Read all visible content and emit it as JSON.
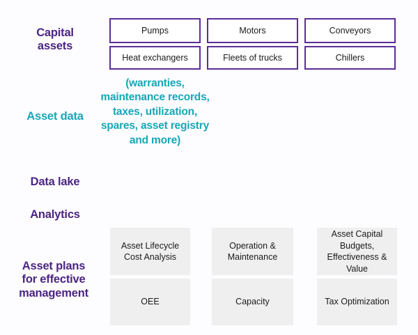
{
  "diagram": {
    "title": "Asset plans for effective management",
    "background_color": "#fdfcfe",
    "accent_purple": "#4b2583",
    "accent_teal": "#15a8b8",
    "box_border_color": "#5a2d96",
    "plan_box_fill": "#f0efef"
  },
  "rows": {
    "capital_assets": {
      "label": "Capital assets",
      "label_line1": "Capital",
      "label_line2": "assets",
      "color": "#4b2583"
    },
    "asset_data": {
      "label": "Asset data",
      "color": "#15a8b8",
      "detail": "(warranties, maintenance records, taxes, utilization, spares, asset registry and more)",
      "detail_items": [
        "warranties",
        "maintenance records",
        "taxes",
        "utilization",
        "spares",
        "asset registry",
        "and more"
      ]
    },
    "data_lake": {
      "label": "Data lake",
      "color": "#4b2583"
    },
    "analytics": {
      "label": "Analytics",
      "color": "#4b2583"
    },
    "asset_plans": {
      "label": "Asset plans for effective management",
      "label_line1": "Asset plans",
      "label_line2": "for effective",
      "label_line3": "management",
      "color": "#4b2583"
    }
  },
  "capital_asset_boxes": [
    {
      "id": "pumps",
      "label": "Pumps",
      "column": 1,
      "row": 1
    },
    {
      "id": "motors",
      "label": "Motors",
      "column": 2,
      "row": 1
    },
    {
      "id": "conveyors",
      "label": "Conveyors",
      "column": 3,
      "row": 1
    },
    {
      "id": "heat-exchangers",
      "label": "Heat exchangers",
      "column": 1,
      "row": 2
    },
    {
      "id": "fleets-of-trucks",
      "label": "Fleets of trucks",
      "column": 2,
      "row": 2
    },
    {
      "id": "chillers",
      "label": "Chillers",
      "column": 3,
      "row": 2
    }
  ],
  "asset_plan_boxes": [
    {
      "id": "asset-lifecycle-cost-analysis",
      "label": "Asset Lifecycle Cost Analysis",
      "column": 1,
      "row": 1
    },
    {
      "id": "operation-and-maintenance",
      "label": "Operation & Maintenance",
      "column": 2,
      "row": 1
    },
    {
      "id": "asset-capital-budgets",
      "label": "Asset Capital Budgets, Effectiveness & Value",
      "column": 3,
      "row": 1
    },
    {
      "id": "oee",
      "label": "OEE",
      "column": 1,
      "row": 2
    },
    {
      "id": "capacity",
      "label": "Capacity",
      "column": 2,
      "row": 2
    },
    {
      "id": "tax-optimization",
      "label": "Tax Optimization",
      "column": 3,
      "row": 2
    }
  ]
}
